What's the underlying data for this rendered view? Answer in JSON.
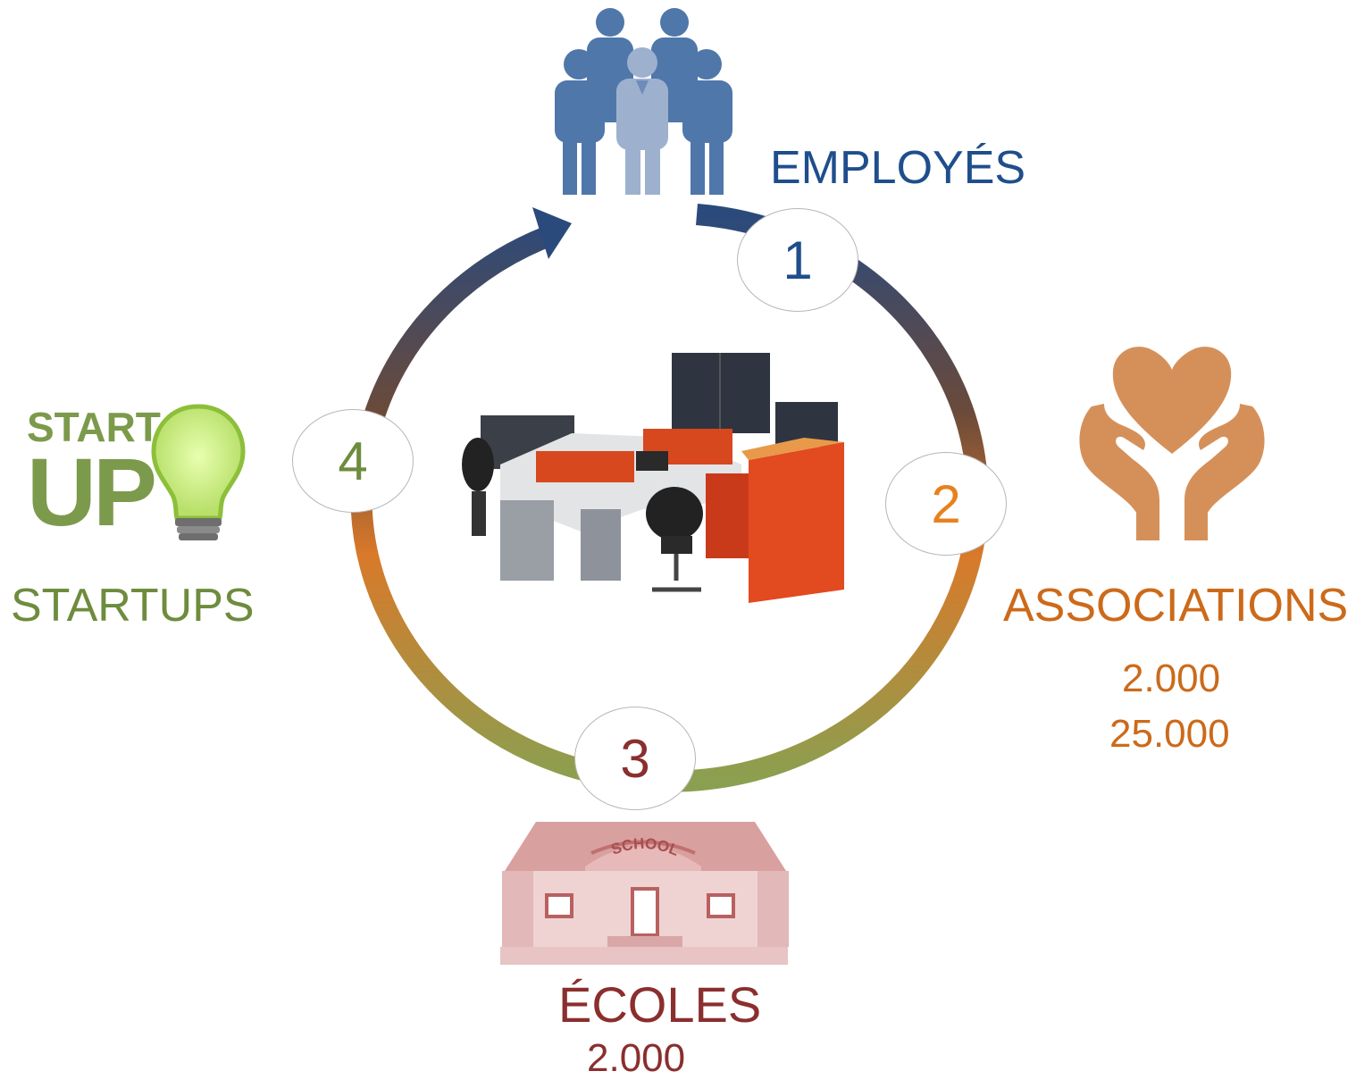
{
  "center": {
    "icon": "office-workstation-icon"
  },
  "steps": [
    {
      "number": "1",
      "label": "EMPLOYÉS",
      "values": [],
      "icon": "people-group-icon",
      "color": "#1f4e8c"
    },
    {
      "number": "2",
      "label": "ASSOCIATIONS",
      "values": [
        "2.000",
        "25.000"
      ],
      "icon": "heart-in-hands-icon",
      "color": "#cc6a1a"
    },
    {
      "number": "3",
      "label": "ÉCOLES",
      "values": [
        "2.000"
      ],
      "icon": "school-building-icon",
      "sign_text": "SCHOOL",
      "color": "#8b2e2e"
    },
    {
      "number": "4",
      "label": "STARTUPS",
      "values": [],
      "icon": "startup-lightbulb-icon",
      "logo_text": [
        "START",
        "UP"
      ],
      "color": "#6e8c3d"
    }
  ],
  "cycle_colors": {
    "top": "#2a4a7c",
    "right": "#d9792a",
    "bottom": "#8aa050",
    "left": "#e07d1e"
  }
}
